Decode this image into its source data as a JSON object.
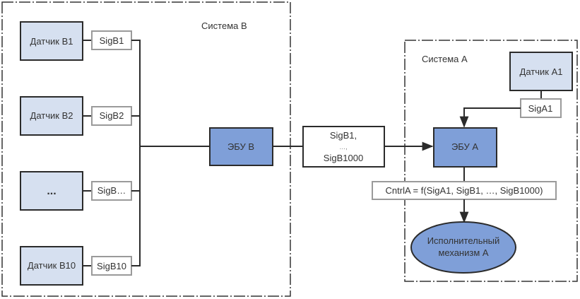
{
  "system_b": {
    "title": "Система B",
    "sensors": [
      {
        "label": "Датчик B1",
        "signal": "SigB1"
      },
      {
        "label": "Датчик B2",
        "signal": "SigB2"
      },
      {
        "label": "...",
        "signal": "SigB…"
      },
      {
        "label": "Датчик B10",
        "signal": "SigB10"
      }
    ],
    "ecu": "ЭБУ B"
  },
  "bus_message": {
    "line1": "SigB1,",
    "line2": "…,",
    "line3": "SigB1000"
  },
  "system_a": {
    "title": "Система A",
    "sensor": {
      "label": "Датчик A1",
      "signal": "SigA1"
    },
    "ecu": "ЭБУ A",
    "formula": "CntrlA = f(SigA1, SigB1, …, SigB1000)",
    "actuator": {
      "line1": "Исполнительный",
      "line2": "механизм A"
    }
  },
  "colors": {
    "sensor_fill": "#d6e0f0",
    "ecu_fill": "#7f9fd8",
    "border": "#2b2b2b",
    "signal_border": "#9a9a9a"
  }
}
